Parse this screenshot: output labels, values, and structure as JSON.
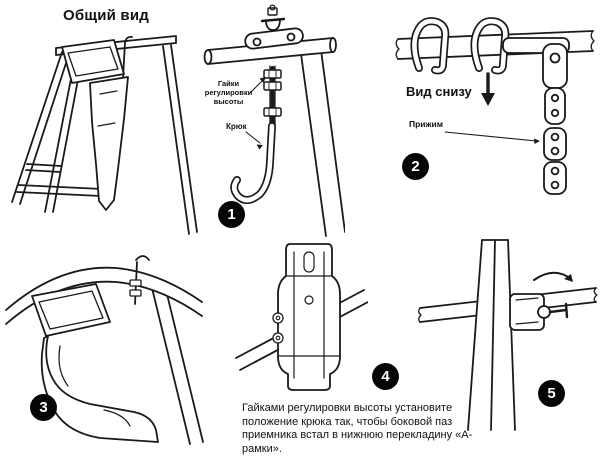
{
  "title": "Общий вид",
  "badges": {
    "step1": "1",
    "step2": "2",
    "step3": "3",
    "step4": "4",
    "step5": "5"
  },
  "labels": {
    "nuts": "Гайки регулировки высоты",
    "hook": "Крюк",
    "bottom_view": "Вид снизу",
    "clamp": "Прижим"
  },
  "caption": "Гайками регулировки высоты установите положение крюка так, чтобы боковой паз приемника встал в нижнюю перекладину «А-рамки».",
  "colors": {
    "ink": "#1a1a1a",
    "badge_bg": "#050505",
    "badge_text": "#ffffff",
    "background": "#ffffff"
  }
}
